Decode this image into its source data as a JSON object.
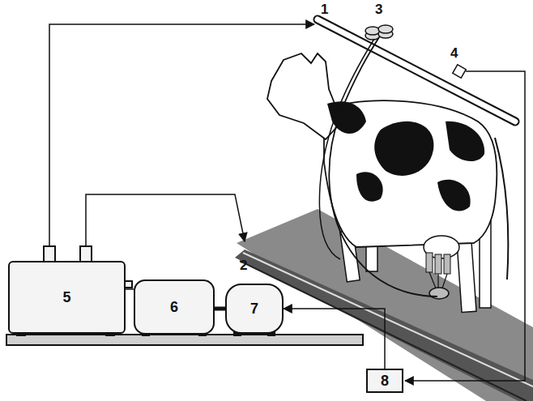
{
  "diagram": {
    "nodes": [
      {
        "text": [
          "5"
        ]
      },
      {
        "text": [
          "6"
        ]
      },
      {
        "text": [
          "7"
        ]
      },
      {
        "text": [
          "8"
        ]
      }
    ],
    "edges": [
      {
        "from": 0,
        "to": 1,
        "arrow": "none"
      },
      {
        "from": 1,
        "to": 2,
        "arrow": "none"
      },
      {
        "from": 3,
        "to": 2,
        "arrow": "to"
      }
    ],
    "labels": [
      "1",
      "2",
      "3",
      "4"
    ]
  }
}
